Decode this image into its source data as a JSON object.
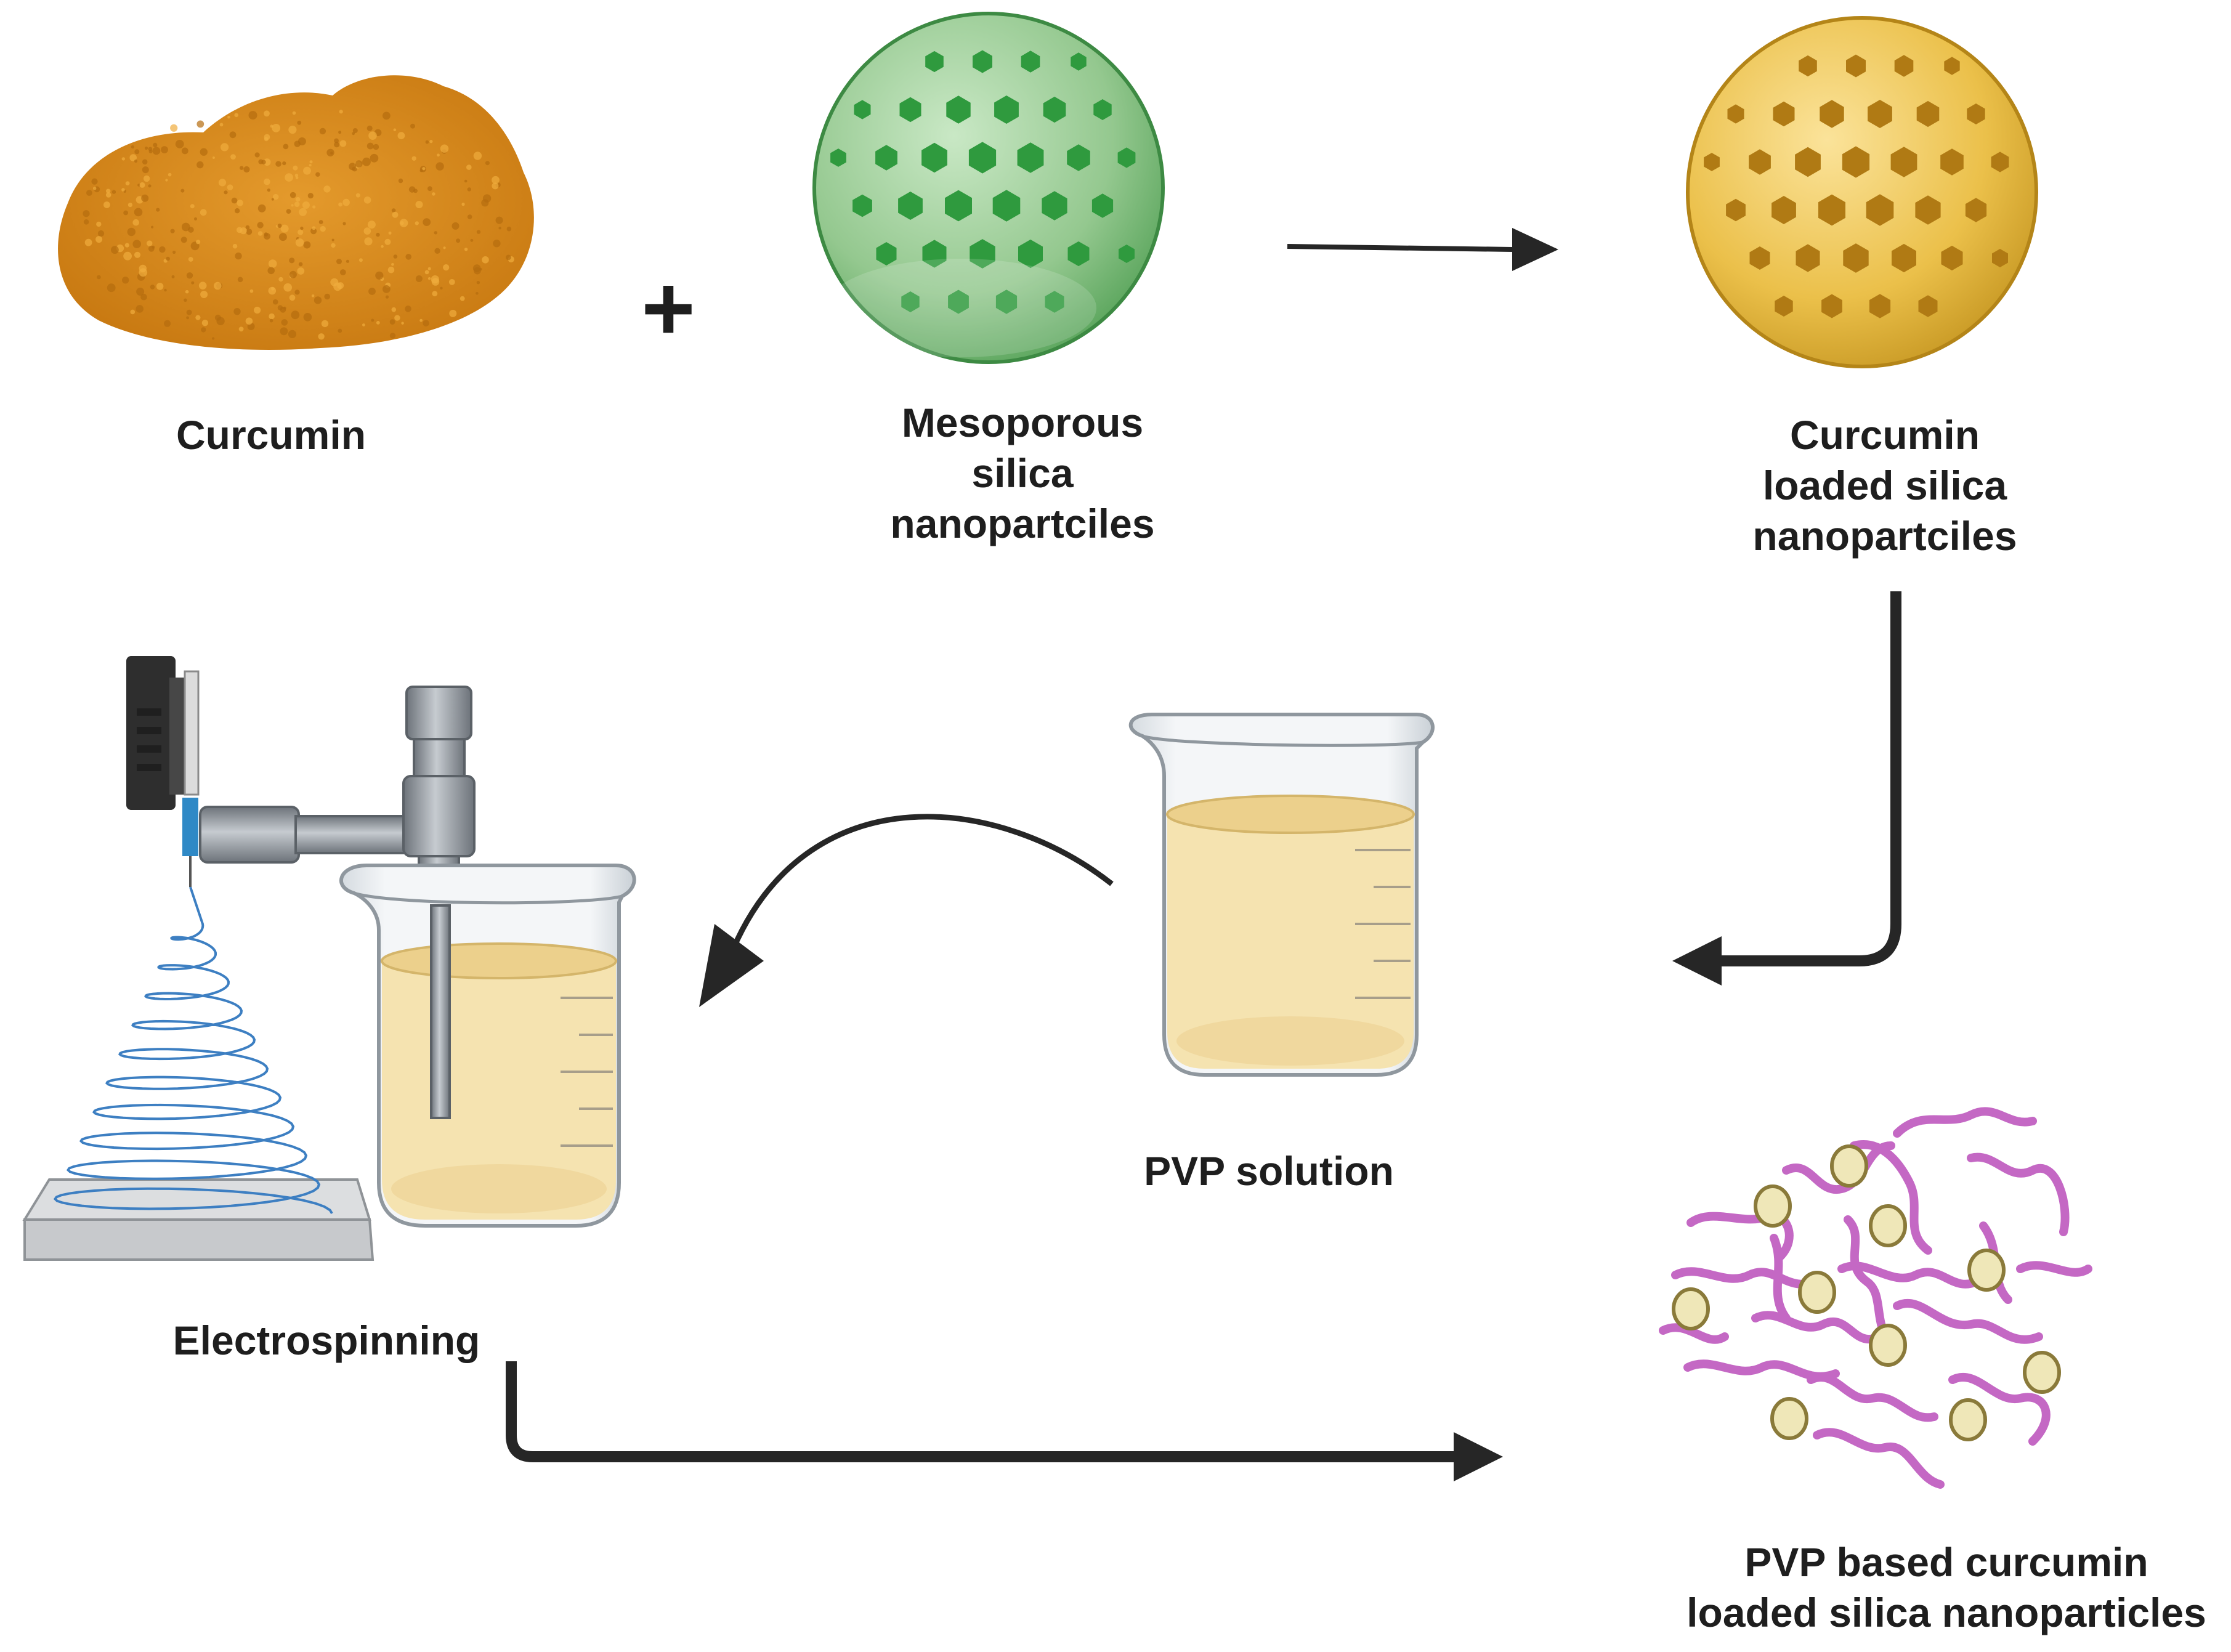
{
  "labels": {
    "curcumin": "Curcumin",
    "msn": [
      "Mesoporous",
      "silica",
      "nanopartciles"
    ],
    "loaded": [
      "Curcumin",
      "loaded silica",
      "nanopartciles"
    ],
    "pvp_solution": "PVP solution",
    "electrospinning": "Electrospinning",
    "final": [
      "PVP based curcumin",
      "loaded silica nanoparticles"
    ]
  },
  "operator": "+",
  "colors": {
    "curcumin_powder": "#d98a1e",
    "silica_sphere": "#9dcc9a",
    "silica_pores": "#2f9a3e",
    "loaded_sphere": "#ebc04a",
    "loaded_pores": "#b07a14",
    "solution": "#f5e3b0",
    "polymer_chain": "#c468c4",
    "particle": "#efe7b8",
    "arrow": "#262626"
  },
  "icons": [
    "curcumin-powder-icon",
    "mesoporous-silica-sphere-icon",
    "loaded-silica-sphere-icon",
    "beaker-icon",
    "electrospinning-setup-icon",
    "polymer-network-icon"
  ]
}
